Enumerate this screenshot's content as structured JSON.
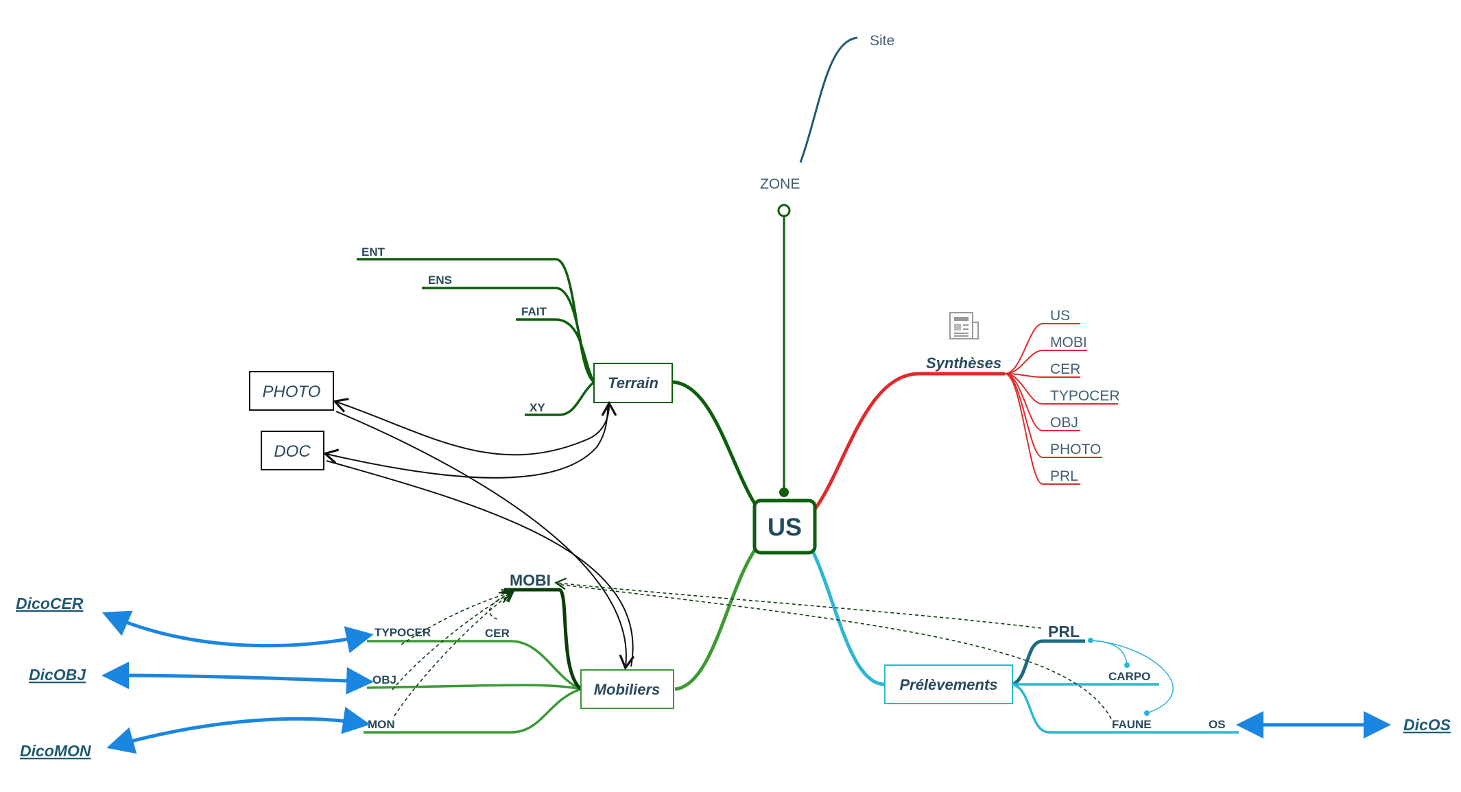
{
  "central": {
    "label": "US"
  },
  "top": {
    "zone": "ZONE",
    "site": "Site"
  },
  "terrain": {
    "label": "Terrain",
    "children": [
      "ENT",
      "ENS",
      "FAIT",
      "XY"
    ]
  },
  "linked": {
    "photo": "PHOTO",
    "doc": "DOC"
  },
  "mobiliers": {
    "label": "Mobiliers",
    "mobi": "MOBI",
    "cer": "CER",
    "children": [
      "TYPOCER",
      "OBJ",
      "MON"
    ]
  },
  "dico_left": [
    "DicoCER",
    "DicOBJ",
    "DicoMON"
  ],
  "syntheses": {
    "label": "Synthèses",
    "icon": "newspaper-icon",
    "items": [
      "US",
      "MOBI",
      "CER",
      "TYPOCER",
      "OBJ",
      "PHOTO",
      "PRL"
    ]
  },
  "prelevements": {
    "label": "Prélèvements",
    "prl": "PRL",
    "children": [
      "CARPO",
      "FAUNE",
      "OS"
    ],
    "dico": "DicOS"
  },
  "colors": {
    "terrain": "#0d5e0d",
    "mobiliers": "#3a9a35",
    "syntheses": "#e02a2a",
    "prelevements": "#2ab6d4",
    "dico_arrows": "#1a86e0",
    "zone": "#1f5a73"
  }
}
